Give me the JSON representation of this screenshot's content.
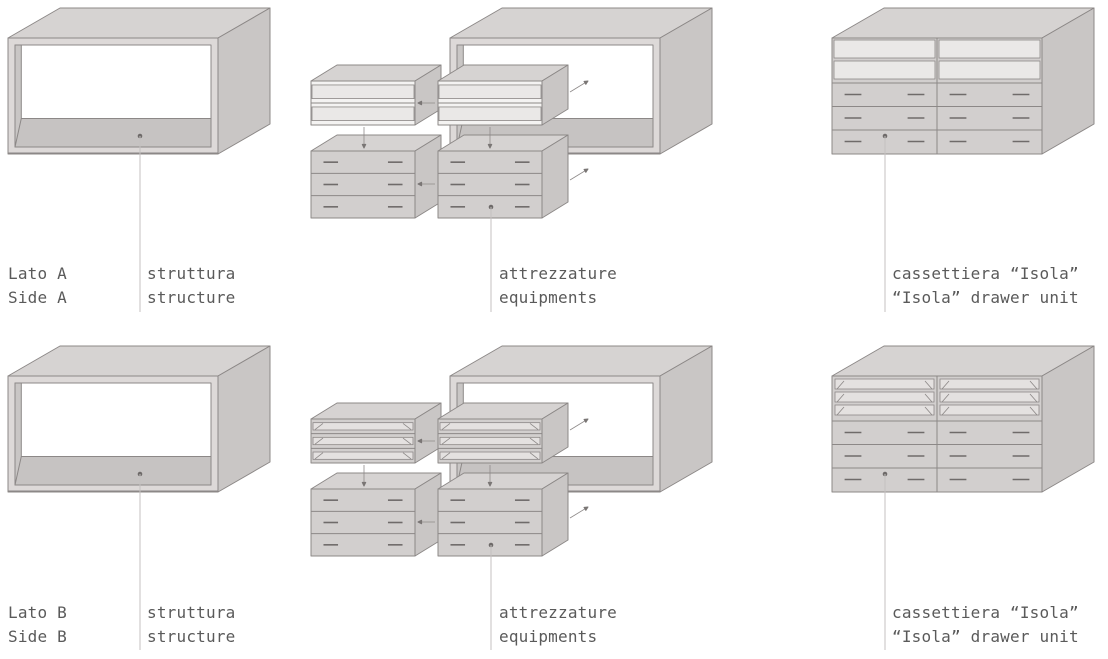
{
  "colors": {
    "top": "#d6d3d2",
    "side": "#c9c6c5",
    "front": "#ddd9d8",
    "inner": "#c6c3c2",
    "edge": "#8c8887",
    "drawer": "#d2cfce",
    "shelf": "#eae8e7",
    "line": "#9a9695",
    "leader": "#c4c1c0",
    "text": "#5a5a5a"
  },
  "rows": [
    {
      "id": "A",
      "variant": "drawers",
      "side_it": "Lato A",
      "side_en": "Side A",
      "structure_it": "struttura",
      "structure_en": "structure",
      "equip_it": "attrezzature",
      "equip_en": "equipments",
      "unit_it": "cassettiera “Isola”",
      "unit_en": "“Isola” drawer unit"
    },
    {
      "id": "B",
      "variant": "trays",
      "side_it": "Lato B",
      "side_en": "Side B",
      "structure_it": "struttura",
      "structure_en": "structure",
      "equip_it": "attrezzature",
      "equip_en": "equipments",
      "unit_it": "cassettiera “Isola”",
      "unit_en": "“Isola” drawer unit"
    }
  ]
}
